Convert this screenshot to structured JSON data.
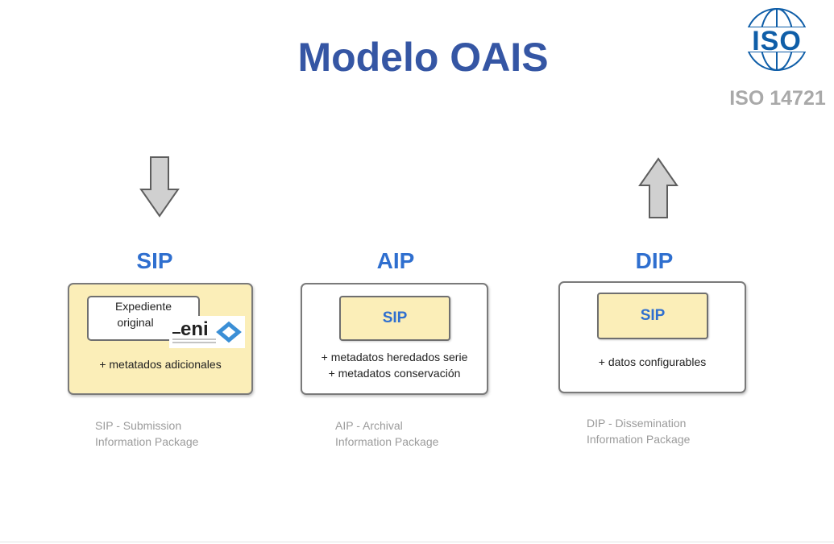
{
  "title": "Modelo OAIS",
  "iso": {
    "logo_text": "ISO",
    "caption": "ISO 14721"
  },
  "sip": {
    "heading": "SIP",
    "arrow": "arrow-down",
    "expediente_line1": "Expediente",
    "expediente_line2": "original",
    "eni_logo_text": "eni",
    "metadata": "+ metatados adicionales",
    "caption_line1": "SIP - Submission",
    "caption_line2": "Information Package"
  },
  "aip": {
    "heading": "AIP",
    "inner": "SIP",
    "metadata_line1": "+ metadatos heredados serie",
    "metadata_line2": "+ metadatos conservación",
    "caption_line1": "AIP - Archival",
    "caption_line2": "Information Package"
  },
  "dip": {
    "heading": "DIP",
    "arrow": "arrow-up",
    "inner": "SIP",
    "metadata": "+ datos configurables",
    "caption_line1": "DIP - Dissemination",
    "caption_line2": "Information Package"
  },
  "colors": {
    "title": "#3556a4",
    "heading": "#2f6fcf",
    "package_fill": "#fbeeb8",
    "iso_blue": "#0f5ea8",
    "caption_gray": "#9b9b9b"
  }
}
